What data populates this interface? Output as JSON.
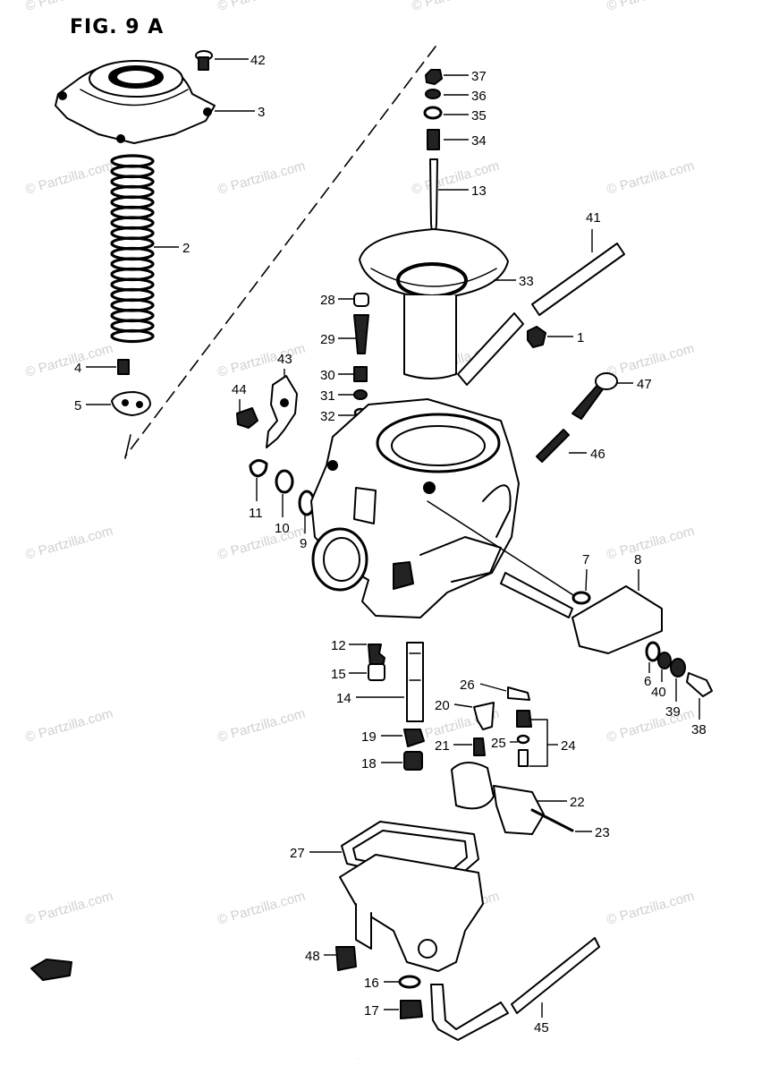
{
  "figure_title": "FIG. 9 A",
  "watermark_text": "© Partzilla.com",
  "parts": [
    {
      "id": "part-42",
      "label": "42"
    },
    {
      "id": "part-3",
      "label": "3"
    },
    {
      "id": "part-2",
      "label": "2"
    },
    {
      "id": "part-4",
      "label": "4"
    },
    {
      "id": "part-5",
      "label": "5"
    },
    {
      "id": "part-37",
      "label": "37"
    },
    {
      "id": "part-36",
      "label": "36"
    },
    {
      "id": "part-35",
      "label": "35"
    },
    {
      "id": "part-34",
      "label": "34"
    },
    {
      "id": "part-13",
      "label": "13"
    },
    {
      "id": "part-41",
      "label": "41"
    },
    {
      "id": "part-33",
      "label": "33"
    },
    {
      "id": "part-28",
      "label": "28"
    },
    {
      "id": "part-1",
      "label": "1"
    },
    {
      "id": "part-29",
      "label": "29"
    },
    {
      "id": "part-43",
      "label": "43"
    },
    {
      "id": "part-47",
      "label": "47"
    },
    {
      "id": "part-30",
      "label": "30"
    },
    {
      "id": "part-44",
      "label": "44"
    },
    {
      "id": "part-31",
      "label": "31"
    },
    {
      "id": "part-32",
      "label": "32"
    },
    {
      "id": "part-46",
      "label": "46"
    },
    {
      "id": "part-11",
      "label": "11"
    },
    {
      "id": "part-10",
      "label": "10"
    },
    {
      "id": "part-9",
      "label": "9"
    },
    {
      "id": "part-7",
      "label": "7"
    },
    {
      "id": "part-8",
      "label": "8"
    },
    {
      "id": "part-12",
      "label": "12"
    },
    {
      "id": "part-15",
      "label": "15"
    },
    {
      "id": "part-6",
      "label": "6"
    },
    {
      "id": "part-40",
      "label": "40"
    },
    {
      "id": "part-26",
      "label": "26"
    },
    {
      "id": "part-14",
      "label": "14"
    },
    {
      "id": "part-39",
      "label": "39"
    },
    {
      "id": "part-20",
      "label": "20"
    },
    {
      "id": "part-38",
      "label": "38"
    },
    {
      "id": "part-19",
      "label": "19"
    },
    {
      "id": "part-21",
      "label": "21"
    },
    {
      "id": "part-25",
      "label": "25"
    },
    {
      "id": "part-24",
      "label": "24"
    },
    {
      "id": "part-18",
      "label": "18"
    },
    {
      "id": "part-22",
      "label": "22"
    },
    {
      "id": "part-23",
      "label": "23"
    },
    {
      "id": "part-27",
      "label": "27"
    },
    {
      "id": "part-48",
      "label": "48"
    },
    {
      "id": "part-16",
      "label": "16"
    },
    {
      "id": "part-17",
      "label": "17"
    },
    {
      "id": "part-45",
      "label": "45"
    }
  ]
}
